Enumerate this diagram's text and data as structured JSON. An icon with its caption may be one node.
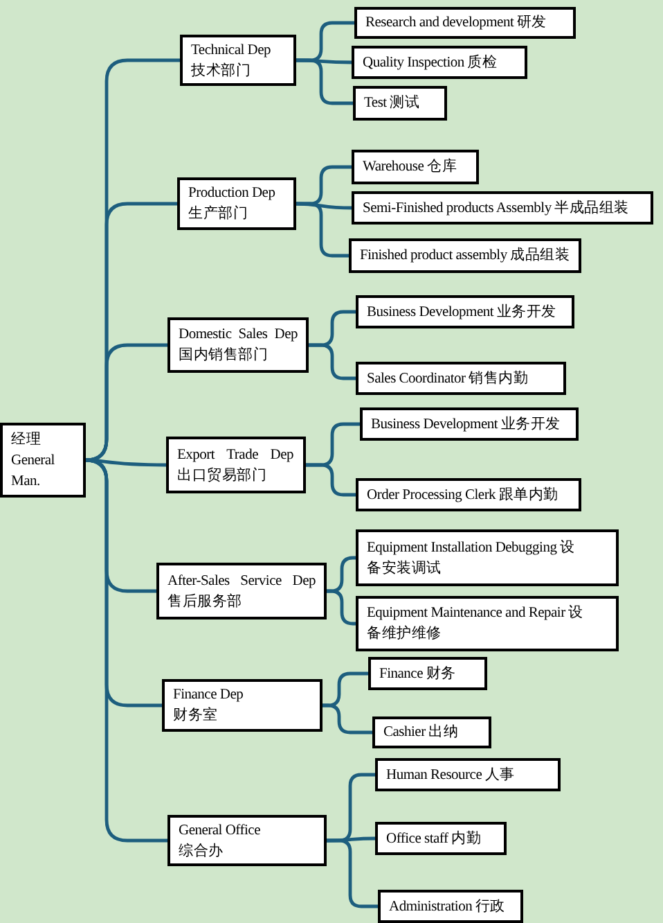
{
  "diagram": {
    "nodes": [
      {
        "text": [
          "经理 General Man."
        ]
      },
      {
        "text": [
          "Technical Dep 技术部门"
        ]
      },
      {
        "text": [
          "Research and development 研发"
        ]
      },
      {
        "text": [
          "Quality Inspection 质检"
        ]
      },
      {
        "text": [
          "Test 测试"
        ]
      },
      {
        "text": [
          "Production Dep 生产部门"
        ]
      },
      {
        "text": [
          "Warehouse 仓库"
        ]
      },
      {
        "text": [
          "Semi-Finished products Assembly 半成品组装"
        ]
      },
      {
        "text": [
          "Finished product assembly 成品组装"
        ]
      },
      {
        "text": [
          "Domestic Sales Dep 国内销售部门"
        ]
      },
      {
        "text": [
          "Business Development 业务开发"
        ]
      },
      {
        "text": [
          "Sales Coordinator 销售内勤"
        ]
      },
      {
        "text": [
          "Export Trade Dep 出口贸易部门"
        ]
      },
      {
        "text": [
          "Business Development 业务开发"
        ]
      },
      {
        "text": [
          "Order Processing Clerk 跟单内勤"
        ]
      },
      {
        "text": [
          "After-Sales Service Dep 售后服务部"
        ]
      },
      {
        "text": [
          "Equipment Installation Debugging 设备安装调试"
        ]
      },
      {
        "text": [
          "Equipment Maintenance and Repair 设备维护维修"
        ]
      },
      {
        "text": [
          "Finance Dep 财务室"
        ]
      },
      {
        "text": [
          "Finance 财务"
        ]
      },
      {
        "text": [
          "Cashier 出纳"
        ]
      },
      {
        "text": [
          "General Office 综合办"
        ]
      },
      {
        "text": [
          "Human Resource 人事"
        ]
      },
      {
        "text": [
          "Office staff 内勤"
        ]
      },
      {
        "text": [
          "Administration 行政"
        ]
      }
    ],
    "edges": [
      {
        "from": 0,
        "to": 1,
        "arrow": "none"
      },
      {
        "from": 0,
        "to": 5,
        "arrow": "none"
      },
      {
        "from": 0,
        "to": 9,
        "arrow": "none"
      },
      {
        "from": 0,
        "to": 12,
        "arrow": "none"
      },
      {
        "from": 0,
        "to": 15,
        "arrow": "none"
      },
      {
        "from": 0,
        "to": 18,
        "arrow": "none"
      },
      {
        "from": 0,
        "to": 21,
        "arrow": "none"
      },
      {
        "from": 1,
        "to": 2,
        "arrow": "none"
      },
      {
        "from": 1,
        "to": 3,
        "arrow": "none"
      },
      {
        "from": 1,
        "to": 4,
        "arrow": "none"
      },
      {
        "from": 5,
        "to": 6,
        "arrow": "none"
      },
      {
        "from": 5,
        "to": 7,
        "arrow": "none"
      },
      {
        "from": 5,
        "to": 8,
        "arrow": "none"
      },
      {
        "from": 9,
        "to": 10,
        "arrow": "none"
      },
      {
        "from": 9,
        "to": 11,
        "arrow": "none"
      },
      {
        "from": 12,
        "to": 13,
        "arrow": "none"
      },
      {
        "from": 12,
        "to": 14,
        "arrow": "none"
      },
      {
        "from": 15,
        "to": 16,
        "arrow": "none"
      },
      {
        "from": 15,
        "to": 17,
        "arrow": "none"
      },
      {
        "from": 18,
        "to": 19,
        "arrow": "none"
      },
      {
        "from": 18,
        "to": 20,
        "arrow": "none"
      },
      {
        "from": 21,
        "to": 22,
        "arrow": "none"
      },
      {
        "from": 21,
        "to": 23,
        "arrow": "none"
      },
      {
        "from": 21,
        "to": 24,
        "arrow": "none"
      }
    ]
  }
}
